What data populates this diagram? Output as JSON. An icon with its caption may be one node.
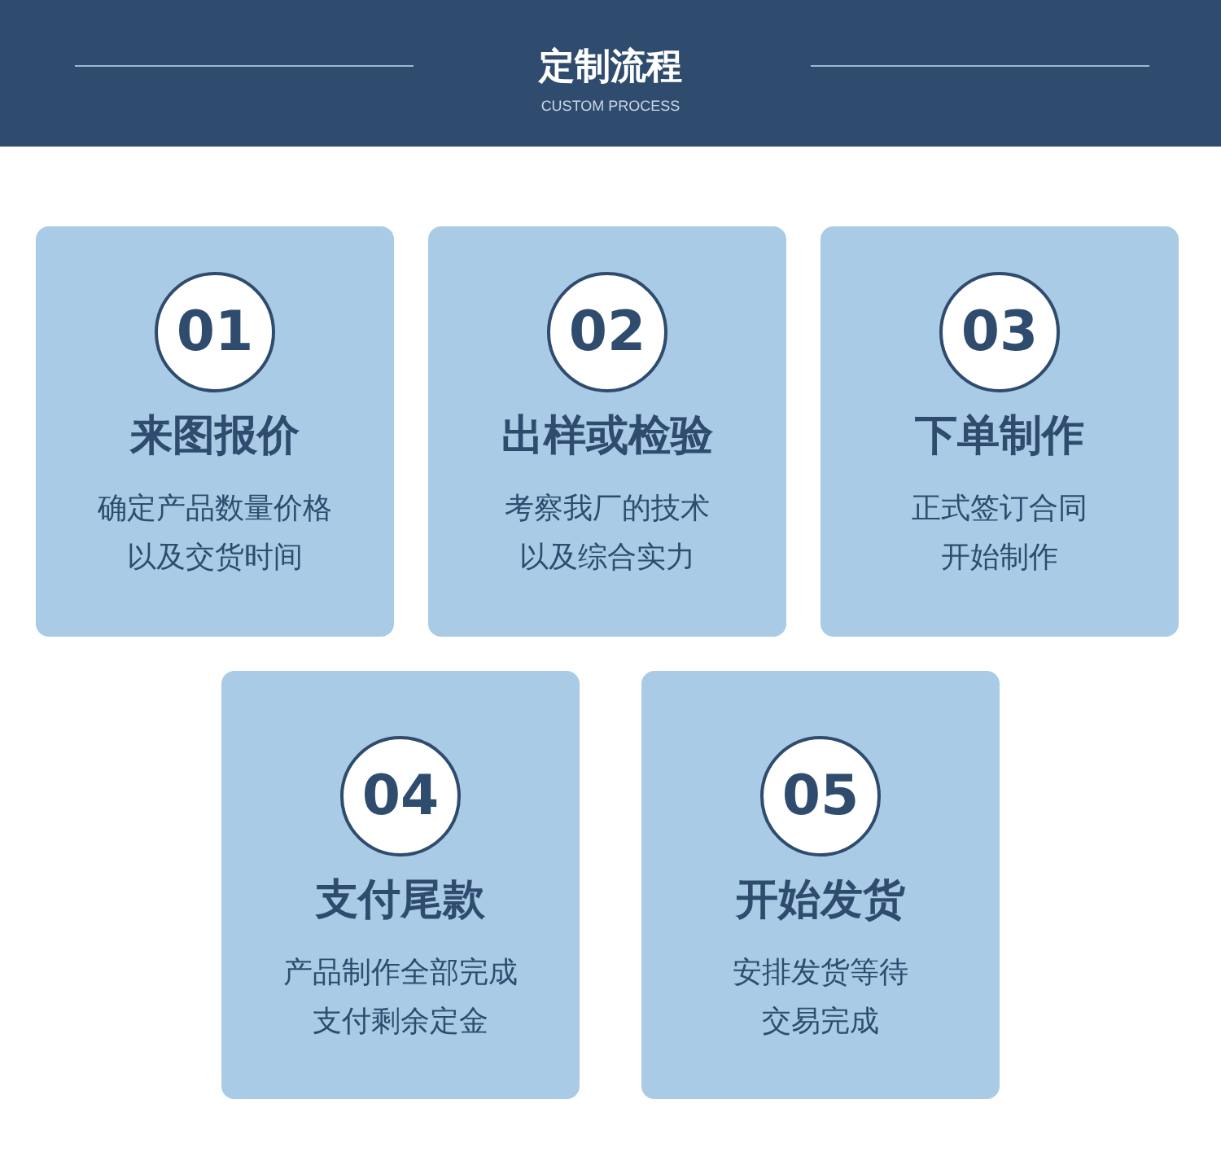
{
  "diagram": {
    "title": "定制流程",
    "nodes": [
      {
        "text": [
          "01",
          "来图报价",
          "确定产品数量价格以及交货时间"
        ]
      },
      {
        "text": [
          "02",
          "出样或检验",
          "考察我厂的技术以及综合实力"
        ]
      },
      {
        "text": [
          "03",
          "下单制作",
          "正式签订合同开始制作"
        ]
      },
      {
        "text": [
          "04",
          "支付尾款",
          "产品制作全部完成支付剩余定金"
        ]
      },
      {
        "text": [
          "05",
          "开始发货",
          "安排发货等待交易完成"
        ]
      }
    ],
    "labels": [
      "CUSTOM PROCESS"
    ]
  }
}
